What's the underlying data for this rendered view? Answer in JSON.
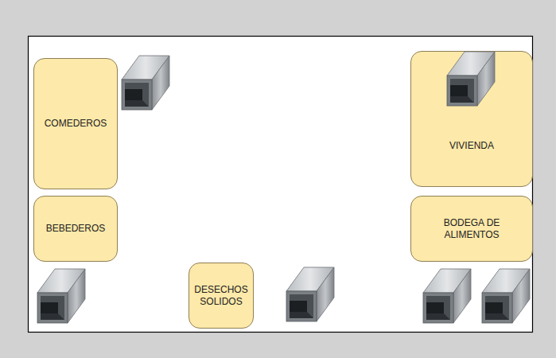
{
  "diagram": {
    "nodes": [
      {
        "text": [
          "COMEDEROS"
        ]
      },
      {
        "text": [
          "BEBEDEROS"
        ]
      },
      {
        "text": [
          "DESECHOS SOLIDOS"
        ]
      },
      {
        "text": [
          "VIVIENDA"
        ]
      },
      {
        "text": [
          "BODEGA DE ALIMENTOS"
        ]
      }
    ]
  }
}
